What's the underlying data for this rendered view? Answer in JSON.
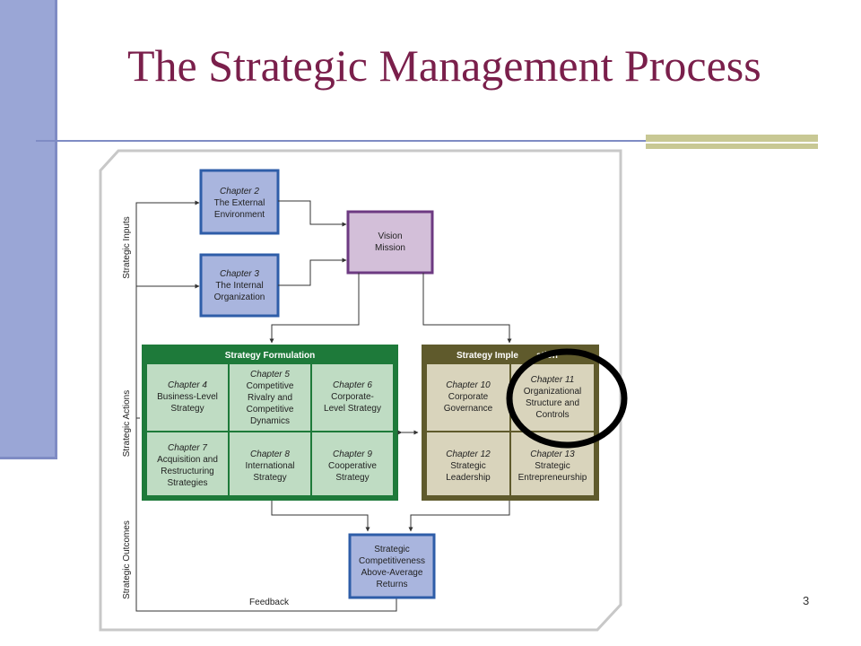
{
  "slide": {
    "title": "The Strategic Management Process",
    "page_number": "3"
  },
  "diagram": {
    "side_labels": {
      "inputs": "Strategic Inputs",
      "actions": "Strategic Actions",
      "outcomes": "Strategic Outcomes"
    },
    "external": {
      "chapter": "Chapter 2",
      "lines": [
        "The External",
        "Environment"
      ]
    },
    "internal": {
      "chapter": "Chapter 3",
      "lines": [
        "The Internal",
        "Organization"
      ]
    },
    "vision": {
      "lines": [
        "Vision",
        "Mission"
      ]
    },
    "formulation": {
      "header": "Strategy Formulation",
      "cells": [
        {
          "chapter": "Chapter 4",
          "lines": [
            "Business-Level",
            "Strategy"
          ]
        },
        {
          "chapter": "Chapter 5",
          "lines": [
            "Competitive",
            "Rivalry and",
            "Competitive",
            "Dynamics"
          ]
        },
        {
          "chapter": "Chapter 6",
          "lines": [
            "Corporate-",
            "Level Strategy"
          ]
        },
        {
          "chapter": "Chapter 7",
          "lines": [
            "Acquisition and",
            "Restructuring",
            "Strategies"
          ]
        },
        {
          "chapter": "Chapter 8",
          "lines": [
            "International",
            "Strategy"
          ]
        },
        {
          "chapter": "Chapter 9",
          "lines": [
            "Cooperative",
            "Strategy"
          ]
        }
      ]
    },
    "implementation": {
      "header": "Strategy Imple",
      "header_tail": "ation",
      "cells": [
        {
          "chapter": "Chapter 10",
          "lines": [
            "Corporate",
            "Governance"
          ]
        },
        {
          "chapter": "Chapter 11",
          "lines": [
            "Organizational",
            "Structure and",
            "Controls"
          ]
        },
        {
          "chapter": "Chapter 12",
          "lines": [
            "Strategic",
            "Leadership"
          ]
        },
        {
          "chapter": "Chapter 13",
          "lines": [
            "Strategic",
            "Entrepreneurship"
          ]
        }
      ]
    },
    "outcome": {
      "lines": [
        "Strategic",
        "Competitiveness",
        "Above-Average",
        "Returns"
      ]
    },
    "feedback": "Feedback",
    "colors": {
      "blue_fill": "#a9b5de",
      "blue_border": "#2e5da8",
      "purple_fill": "#d3bfd9",
      "purple_border": "#6d3a82",
      "green": "#1e7a3a",
      "green_cell": "#bfdcc3",
      "olive": "#5f5a2c",
      "olive_cell": "#d9d4bc",
      "highlight": "#000000"
    }
  }
}
